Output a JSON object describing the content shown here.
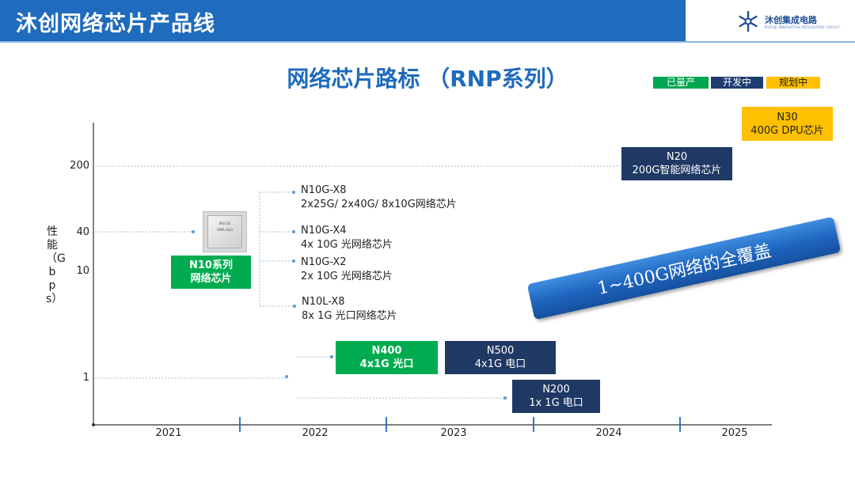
{
  "header": {
    "title": "沐创网络芯片产品线",
    "logo_name": "沐创集成电路",
    "logo_sub": "MUCSE INNOVATION INTEGRATED CIRCUIT"
  },
  "slide_title": "网络芯片路标 （RNP系列）",
  "legend": {
    "in_production": "已量产",
    "in_development": "开发中",
    "planned": "规划中"
  },
  "colors": {
    "in_production": "#00ac4f",
    "in_development": "#1f3864",
    "planned": "#ffc000",
    "header": "#1f6bbd"
  },
  "axes": {
    "ylabel": "性能（Gbps）",
    "y_ticks": [
      "200",
      "40",
      "10",
      "1"
    ],
    "x_ticks": [
      "2021",
      "2022",
      "2023",
      "2024",
      "2025"
    ]
  },
  "chip": {
    "brand": "MUCSE",
    "model": "RNPL-N10"
  },
  "series_n10": {
    "name": "N10系列",
    "desc": "网络芯片",
    "status": "in_production"
  },
  "products": {
    "n10g_x8": {
      "name": "N10G-X8",
      "desc": "2x25G/ 2x40G/ 8x10G网络芯片"
    },
    "n10g_x4": {
      "name": "N10G-X4",
      "desc": "4x 10G 光网络芯片"
    },
    "n10g_x2": {
      "name": "N10G-X2",
      "desc": "2x 10G 光网络芯片"
    },
    "n10l_x8": {
      "name": "N10L-X8",
      "desc": "8x 1G 光口网络芯片"
    },
    "n400": {
      "name": "N400",
      "desc": "4x1G 光口",
      "status": "in_production"
    },
    "n500": {
      "name": "N500",
      "desc": "4x1G 电口",
      "status": "in_development"
    },
    "n200": {
      "name": "N200",
      "desc": "1x 1G 电口",
      "status": "in_development"
    },
    "n20": {
      "name": "N20",
      "desc": "200G智能网络芯片",
      "status": "in_development"
    },
    "n30": {
      "name": "N30",
      "desc": "400G DPU芯片",
      "status": "planned"
    }
  },
  "banner": "1~400G网络的全覆盖",
  "icons": [
    "snowflake-logo-icon",
    "chip-image-icon"
  ]
}
